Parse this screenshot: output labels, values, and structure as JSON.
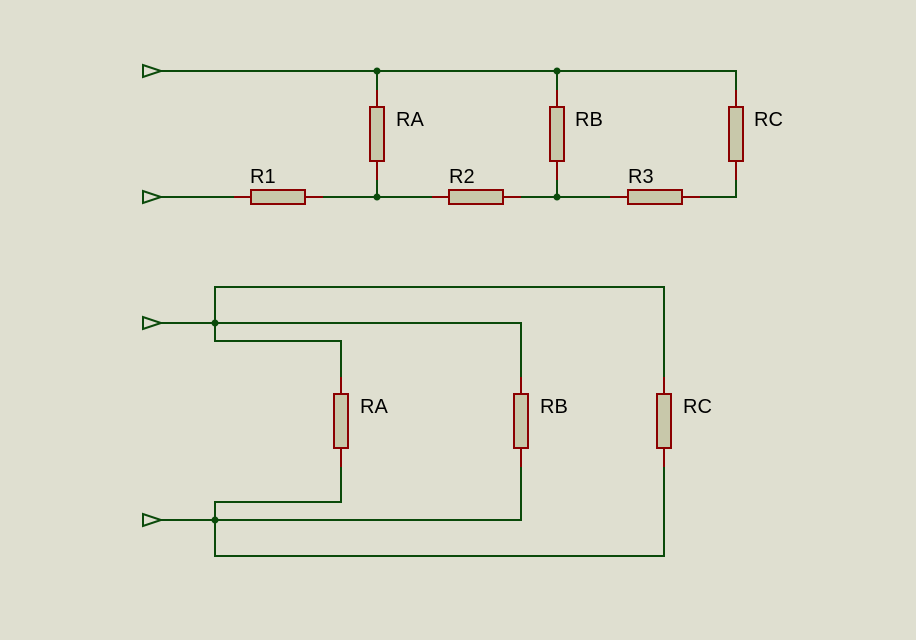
{
  "colors": {
    "background": "#dfdfd0",
    "wire": "#0a4a0a",
    "resistor_outline": "#8b0000",
    "resistor_fill": "#c8c8aa"
  },
  "circuit_top": {
    "labels": {
      "R1": "R1",
      "R2": "R2",
      "R3": "R3",
      "RA": "RA",
      "RB": "RB",
      "RC": "RC"
    }
  },
  "circuit_bottom": {
    "labels": {
      "RA": "RA",
      "RB": "RB",
      "RC": "RC"
    }
  }
}
